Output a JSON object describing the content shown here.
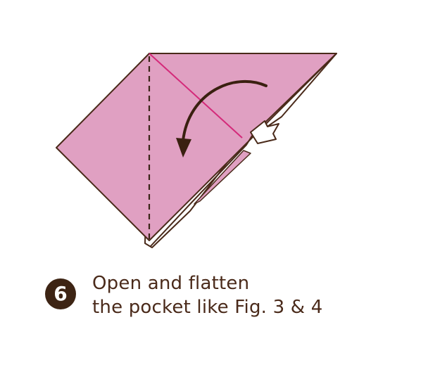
{
  "step": {
    "number": "6",
    "line1": "Open and flatten",
    "line2": "the pocket like Fig. 3 & 4"
  },
  "colors": {
    "paper_fill": "#e0a0c2",
    "paper_back": "#ffffff",
    "outline": "#4a2a1a",
    "crease_line": "#d42a7a",
    "fold_dash": "#3a2418",
    "arrow": "#3a2010",
    "text": "#4a2a1a",
    "badge": "#3d2414"
  },
  "icons": {
    "fold_arrow": "curved-arrow-icon",
    "push_arrow": "push-open-arrow-icon"
  }
}
